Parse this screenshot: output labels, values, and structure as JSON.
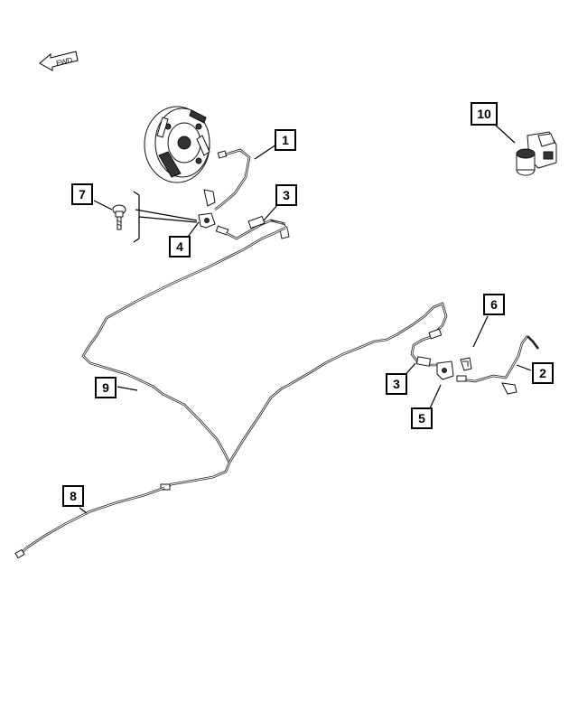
{
  "diagram": {
    "direction_label": "FWD",
    "callouts": [
      {
        "id": "callout-1",
        "label": "1"
      },
      {
        "id": "callout-2",
        "label": "2"
      },
      {
        "id": "callout-3a",
        "label": "3"
      },
      {
        "id": "callout-3b",
        "label": "3"
      },
      {
        "id": "callout-4",
        "label": "4"
      },
      {
        "id": "callout-5",
        "label": "5"
      },
      {
        "id": "callout-6",
        "label": "6"
      },
      {
        "id": "callout-7",
        "label": "7"
      },
      {
        "id": "callout-8",
        "label": "8"
      },
      {
        "id": "callout-9",
        "label": "9"
      },
      {
        "id": "callout-10",
        "label": "10"
      }
    ]
  }
}
